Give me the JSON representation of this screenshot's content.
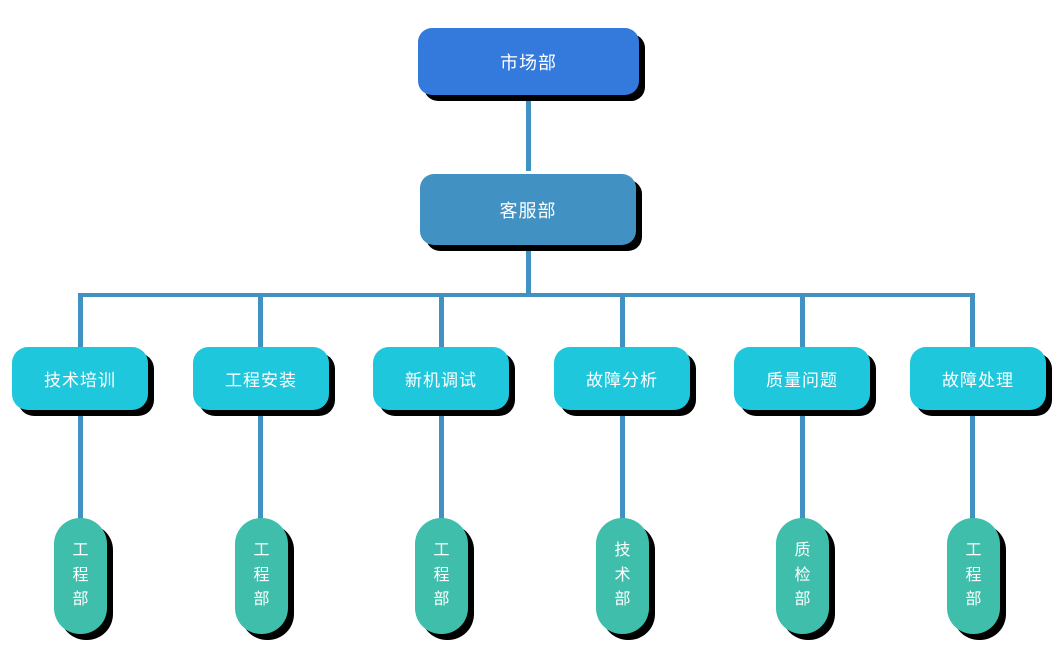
{
  "diagram": {
    "type": "organization-chart",
    "title": "",
    "background_color": "#ffffff",
    "connector_color": "#4191c3",
    "shadow_color": "#000000",
    "tiers": [
      {
        "name": "tier1",
        "fill_color": "#337adc",
        "nodes": [
          {
            "label": "市场部"
          }
        ]
      },
      {
        "name": "tier2",
        "fill_color": "#4191c3",
        "nodes": [
          {
            "label": "客服部"
          }
        ]
      },
      {
        "name": "tier3",
        "fill_color": "#1fc7dd",
        "nodes": [
          {
            "label": "技术培训"
          },
          {
            "label": "工程安装"
          },
          {
            "label": "新机调试"
          },
          {
            "label": "故障分析"
          },
          {
            "label": "质量问题"
          },
          {
            "label": "故障处理"
          }
        ]
      },
      {
        "name": "tier4",
        "fill_color": "#3fbeac",
        "nodes": [
          {
            "label": "工程部"
          },
          {
            "label": "工程部"
          },
          {
            "label": "工程部"
          },
          {
            "label": "技术部"
          },
          {
            "label": "质检部"
          },
          {
            "label": "工程部"
          }
        ]
      }
    ],
    "nodes": {
      "root": "市场部",
      "second": "客服部",
      "branch_1": "技术培训",
      "branch_2": "工程安装",
      "branch_3": "新机调试",
      "branch_4": "故障分析",
      "branch_5": "质量问题",
      "branch_6": "故障处理",
      "leaf_1": "工程部",
      "leaf_2": "工程部",
      "leaf_3": "工程部",
      "leaf_4": "技术部",
      "leaf_5": "质检部",
      "leaf_6": "工程部"
    }
  }
}
